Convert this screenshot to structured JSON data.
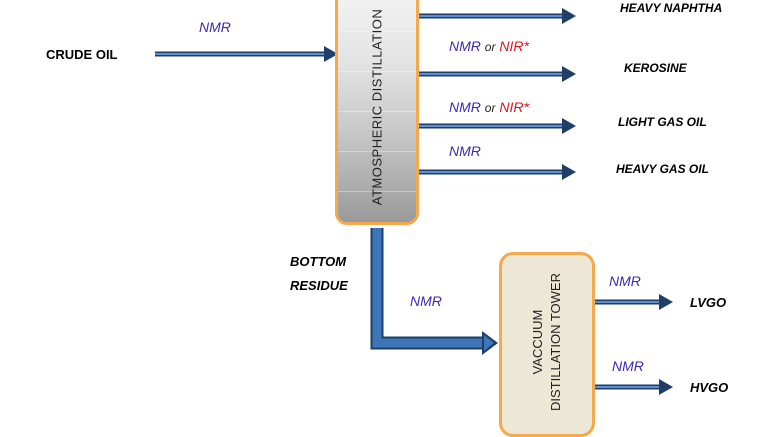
{
  "feed": {
    "label": "CRUDE OIL",
    "method": "NMR"
  },
  "atmospheric_tower": {
    "label": "ATMOSPHERIC DISTILLATION"
  },
  "products": [
    {
      "label": "HEAVY NAPHTHA"
    },
    {
      "label": "KEROSINE",
      "method_a": "NMR",
      "or": "or",
      "method_b": "NIR*"
    },
    {
      "label": "LIGHT GAS OIL",
      "method_a": "NMR",
      "or": "or",
      "method_b": "NIR*"
    },
    {
      "label": "HEAVY GAS OIL",
      "method": "NMR"
    }
  ],
  "bottom_residue": {
    "line1": "BOTTOM",
    "line2": "RESIDUE",
    "method": "NMR"
  },
  "vacuum_tower": {
    "line1": "VACCUUM",
    "line2": "DISTILLATION TOWER"
  },
  "vacuum_products": [
    {
      "label": "LVGO",
      "method": "NMR"
    },
    {
      "label": "HVGO",
      "method": "NMR"
    }
  ],
  "colors": {
    "arrow_fill": "#3d76b8",
    "arrow_dark": "#1f3f66",
    "tower_border": "#f5a94c",
    "nmr": "#3b2bb0",
    "nir": "#e0141e"
  }
}
